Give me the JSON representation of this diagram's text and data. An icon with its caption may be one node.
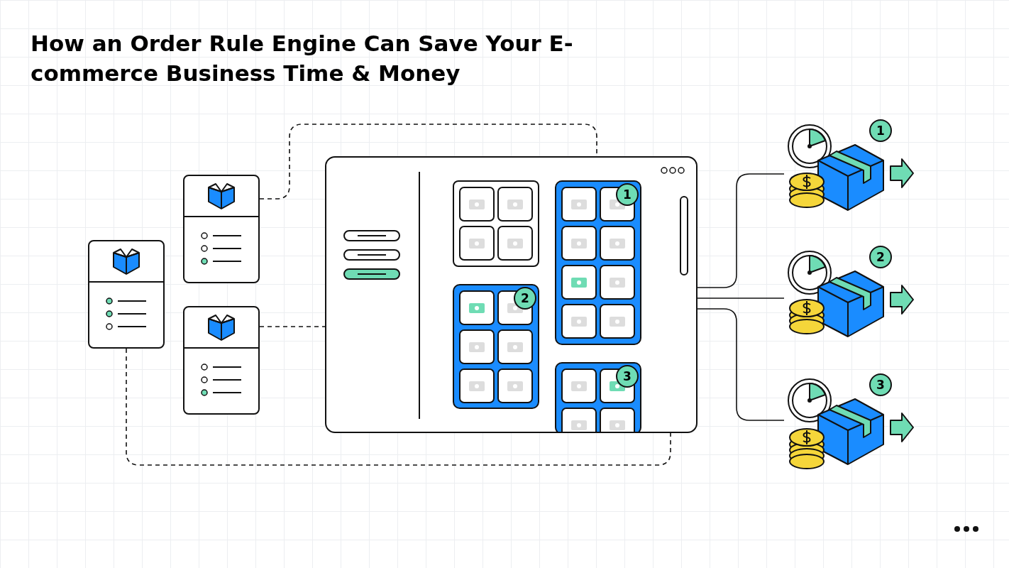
{
  "diagram": {
    "title": "How an Order Rule Engine Can Save Your E-commerce Business Time & Money",
    "nodes": [
      {
        "text": [],
        "shape": "box"
      },
      {
        "text": [],
        "shape": "box"
      },
      {
        "text": [],
        "shape": "box"
      },
      {
        "text": [],
        "shape": "box"
      },
      {
        "text": [],
        "shape": "box",
        "in": 3
      },
      {
        "text": [
          "1"
        ],
        "in": 3
      },
      {
        "text": [
          "2"
        ],
        "in": 3
      },
      {
        "text": [
          "3"
        ],
        "in": 3
      },
      {
        "text": [
          "1"
        ]
      },
      {
        "text": [
          "2"
        ]
      },
      {
        "text": [
          "3"
        ]
      }
    ],
    "edges": [
      {
        "from": 1,
        "to": 5,
        "arrow": "none",
        "style": "dashed"
      },
      {
        "from": 2,
        "to": 6,
        "arrow": "none",
        "style": "dashed"
      },
      {
        "from": 0,
        "to": 7,
        "arrow": "none",
        "style": "dashed"
      },
      {
        "from": 3,
        "to": 8,
        "arrow": "none"
      },
      {
        "from": 3,
        "to": 9,
        "arrow": "none"
      },
      {
        "from": 3,
        "to": 10,
        "arrow": "none"
      }
    ]
  }
}
